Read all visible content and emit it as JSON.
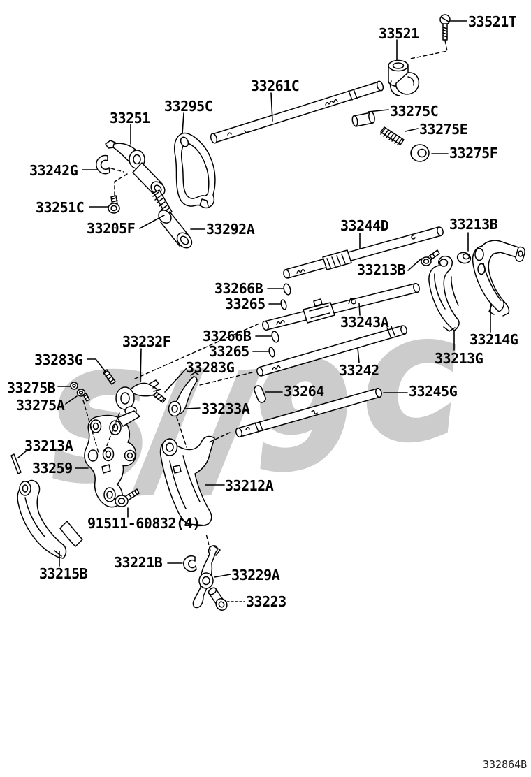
{
  "diagram": {
    "background": "#ffffff",
    "line_color": "#000000",
    "drawing_number": "332864B",
    "watermark": {
      "color": "#cccccc",
      "glyphs": [
        "S",
        "/",
        "/",
        "9",
        "C"
      ]
    },
    "labels": [
      {
        "text": "33521T"
      },
      {
        "text": "33521"
      },
      {
        "text": "33261C"
      },
      {
        "text": "33295C"
      },
      {
        "text": "33251"
      },
      {
        "text": "33275C"
      },
      {
        "text": "33275E"
      },
      {
        "text": "33275F"
      },
      {
        "text": "33242G"
      },
      {
        "text": "33251C"
      },
      {
        "text": "33205F"
      },
      {
        "text": "33292A"
      },
      {
        "text": "33244D"
      },
      {
        "text": "33213B"
      },
      {
        "text": "33213B"
      },
      {
        "text": "33266B"
      },
      {
        "text": "33265"
      },
      {
        "text": "33243A"
      },
      {
        "text": "33214G"
      },
      {
        "text": "33232F"
      },
      {
        "text": "33266B"
      },
      {
        "text": "33265"
      },
      {
        "text": "33213G"
      },
      {
        "text": "33283G"
      },
      {
        "text": "33283G"
      },
      {
        "text": "33242"
      },
      {
        "text": "33264"
      },
      {
        "text": "33245G"
      },
      {
        "text": "33275B"
      },
      {
        "text": "33275A"
      },
      {
        "text": "33233A"
      },
      {
        "text": "33213A"
      },
      {
        "text": "33259"
      },
      {
        "text": "33212A"
      },
      {
        "text": "91511-60832(4)"
      },
      {
        "text": "33215B"
      },
      {
        "text": "33221B"
      },
      {
        "text": "33229A"
      },
      {
        "text": "33223"
      }
    ]
  }
}
